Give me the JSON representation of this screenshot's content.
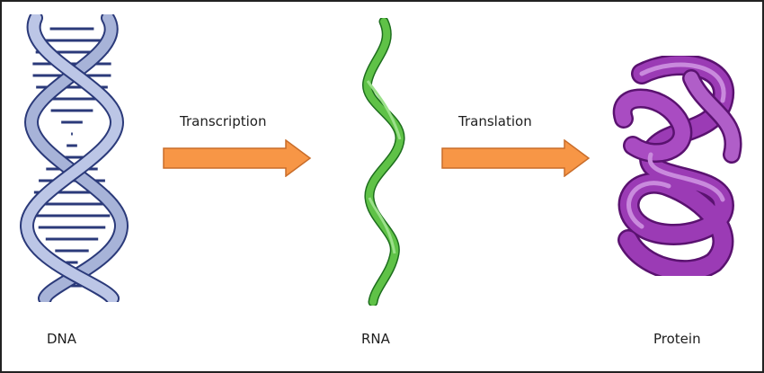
{
  "stages": [
    {
      "name": "DNA",
      "color_primary": "#a7b3d8",
      "color_outline": "#2b3a7a",
      "icon": "dna-double-helix"
    },
    {
      "name": "RNA",
      "color_primary": "#5fc247",
      "color_outline": "#1d6e1d",
      "icon": "rna-single-strand"
    },
    {
      "name": "Protein",
      "color_primary": "#9b3bb5",
      "color_outline": "#5a1270",
      "icon": "folded-protein"
    }
  ],
  "steps": [
    {
      "label": "Transcription",
      "arrow_color": "#f79646",
      "arrow_outline": "#c96d2a"
    },
    {
      "label": "Translation",
      "arrow_color": "#f79646",
      "arrow_outline": "#c96d2a"
    }
  ]
}
